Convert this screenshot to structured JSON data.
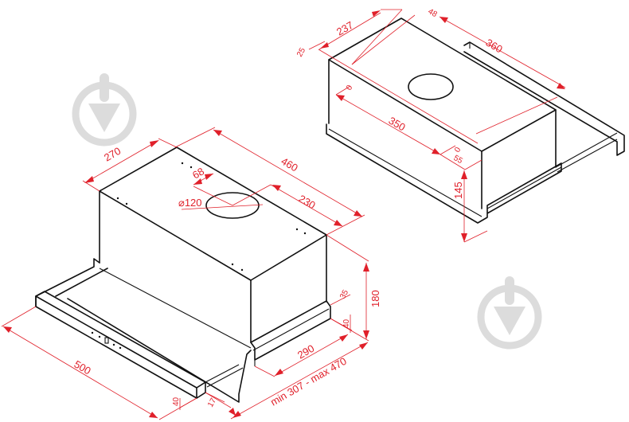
{
  "diagram": {
    "title": "Telescopic cooker hood dimension drawing",
    "colors": {
      "outline": "#111111",
      "dimension": "#e0202a",
      "watermark": "#dcdcdc",
      "background": "#ffffff"
    },
    "front_view": {
      "dimensions": {
        "depth_top": "270",
        "width_top": "460",
        "outlet_offset": "68",
        "outlet_diameter": "⌀120",
        "outlet_center": "230",
        "height": "180",
        "lip": "35",
        "base_height": "40",
        "base_depth": "290",
        "extension": "min 307 - max 470",
        "panel_width": "500",
        "panel_height": "40",
        "panel_depth": "17"
      }
    },
    "rear_view": {
      "dimensions": {
        "depth_top": "237",
        "offset_back": "48",
        "width_top": "360",
        "offset_side": "25",
        "hole_spacing": "350",
        "hole_marker_left": "0",
        "hole_marker_right": "0",
        "hole_offset": "55",
        "height": "145"
      }
    },
    "watermarks": [
      {
        "icon": "shovel-down-watermark"
      },
      {
        "icon": "shovel-down-watermark"
      }
    ]
  }
}
